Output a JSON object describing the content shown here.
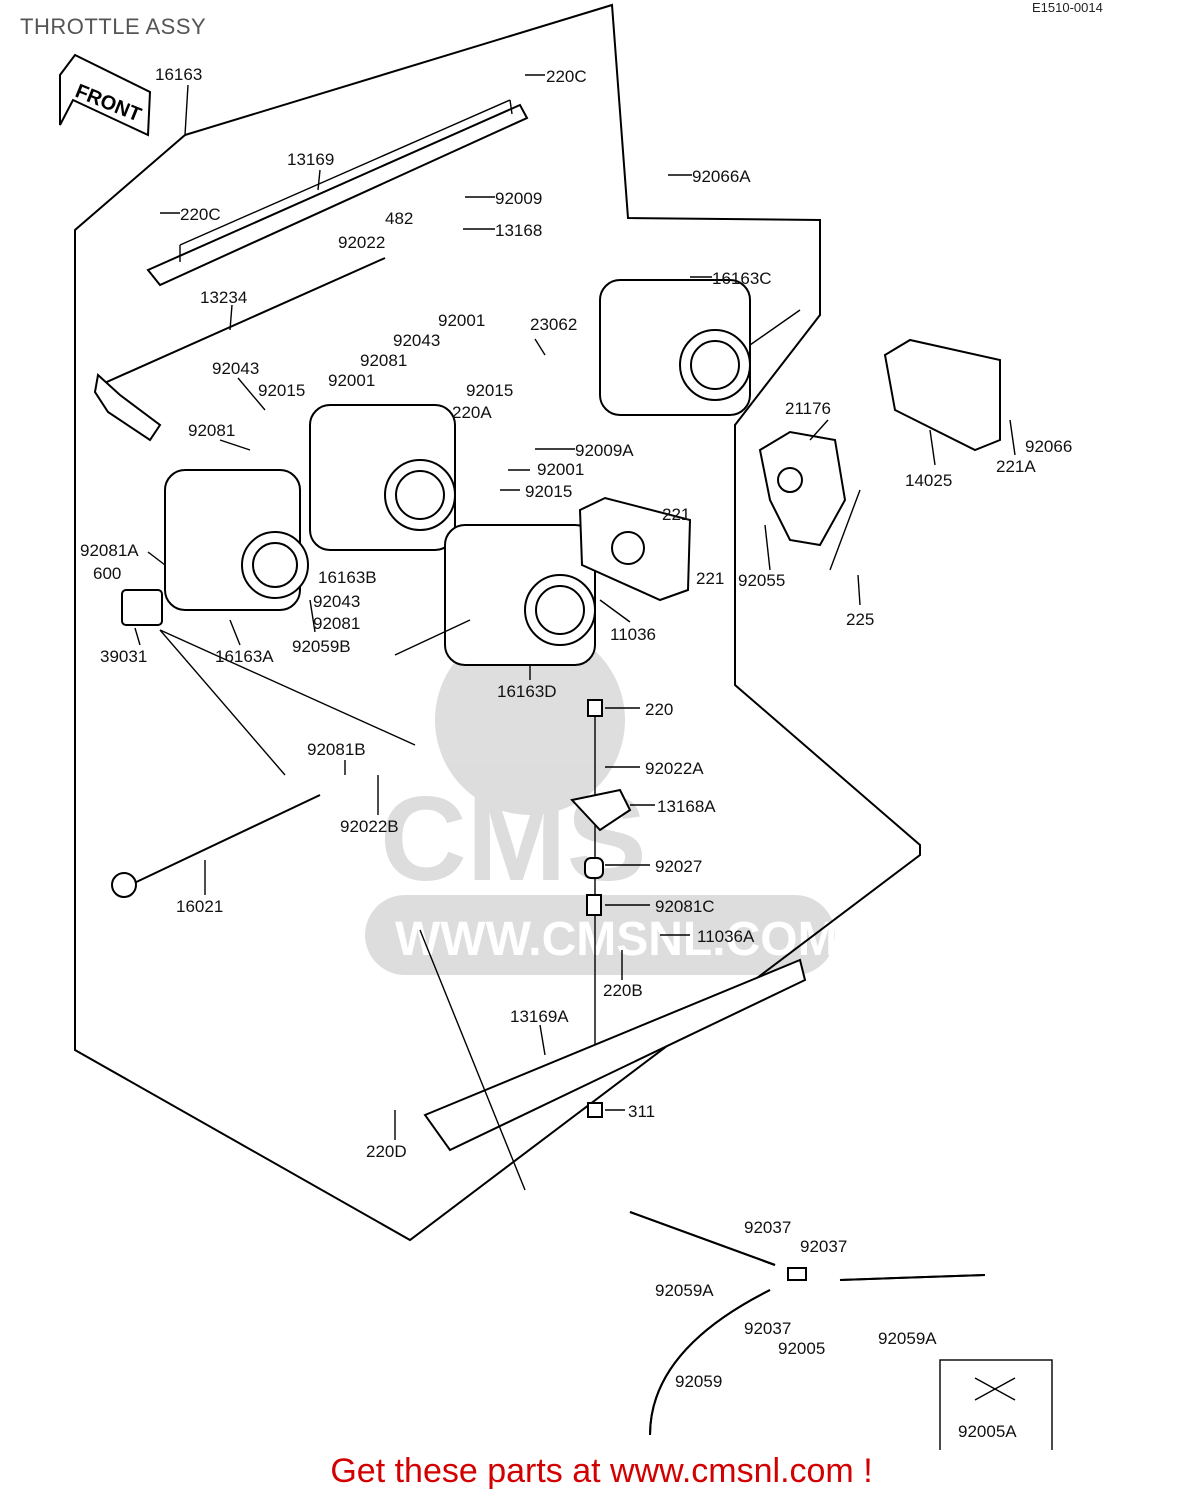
{
  "header": {
    "title": "THROTTLE ASSY",
    "drawing_code": "E1510-0014",
    "front_label": "FRONT"
  },
  "footer": {
    "promo": "Get these parts at www.cmsnl.com !"
  },
  "watermark": {
    "logo_text": "CMS",
    "url_text": "WWW.CMSNL.COM"
  },
  "part_labels": {
    "p16163": "16163",
    "p220C_top": "220C",
    "p13169": "13169",
    "p220C_left": "220C",
    "p92009": "92009",
    "p482": "482",
    "p92022": "92022",
    "p13168": "13168",
    "p92066A": "92066A",
    "p16163C": "16163C",
    "p13234": "13234",
    "p92001_a": "92001",
    "p92043_a": "92043",
    "p23062": "23062",
    "p92081_a": "92081",
    "p92043_b": "92043",
    "p92001_b": "92001",
    "p92015_a": "92015",
    "p92015_b": "92015",
    "p220A": "220A",
    "p92081_b": "92081",
    "p92009A": "92009A",
    "p21176": "21176",
    "p14025": "14025",
    "p221A": "221A",
    "p92066": "92066",
    "p92001_c": "92001",
    "p92015_c": "92015",
    "p221_a": "221",
    "p221_b": "221",
    "p92081A": "92081A",
    "p600": "600",
    "p16163B": "16163B",
    "p92043_c": "92043",
    "p92081_c": "92081",
    "p92055": "92055",
    "p225": "225",
    "p11036": "11036",
    "p39031": "39031",
    "p16163A": "16163A",
    "p92059B": "92059B",
    "p16163D": "16163D",
    "p220": "220",
    "p92081B": "92081B",
    "p92022A": "92022A",
    "p92022B": "92022B",
    "p13168A": "13168A",
    "p92027": "92027",
    "p16021": "16021",
    "p92081C": "92081C",
    "p11036A": "11036A",
    "p220B": "220B",
    "p13169A": "13169A",
    "p311": "311",
    "p220D": "220D",
    "p92037_a": "92037",
    "p92037_b": "92037",
    "p92059A_a": "92059A",
    "p92037_c": "92037",
    "p92005": "92005",
    "p92059A_b": "92059A",
    "p92059": "92059",
    "p92005A": "92005A"
  }
}
